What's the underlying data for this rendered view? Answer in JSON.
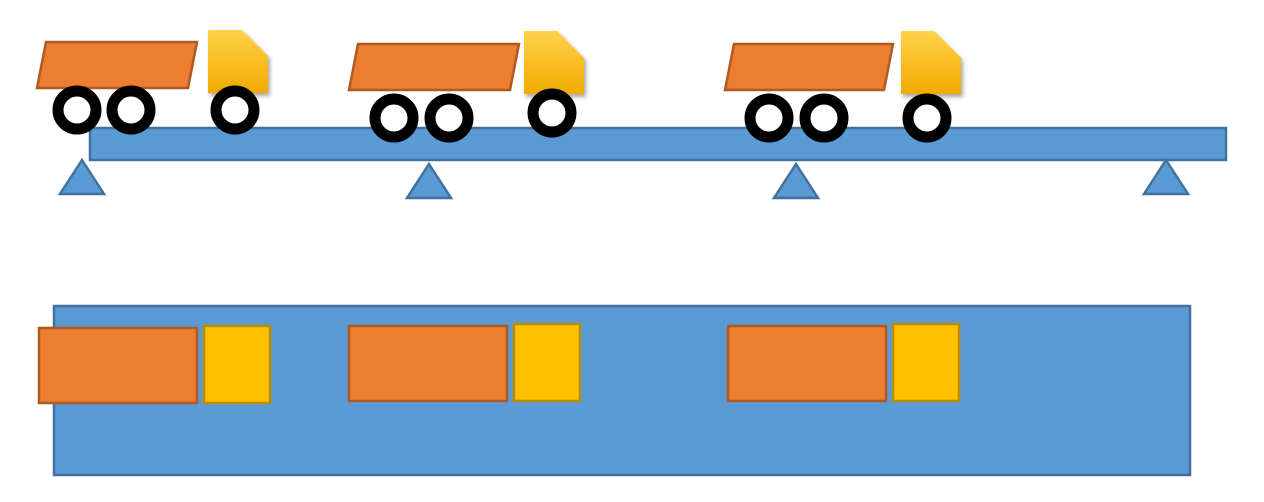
{
  "diagram": {
    "kind": "bridge-load-diagram",
    "views": [
      "elevation",
      "plan"
    ],
    "colors": {
      "beam_fill": "#5b9bd5",
      "beam_stroke": "#41719c",
      "truck_bed_fill": "#ed7d31",
      "truck_bed_stroke": "#ae5a21",
      "truck_cab_fill": "#ffc000",
      "truck_cab_stroke": "#bc8c00",
      "wheel_color": "#000000",
      "hub_color": "#ffffff"
    },
    "supports": [
      {
        "name": "support-1",
        "shape": "triangle"
      },
      {
        "name": "support-2",
        "shape": "triangle"
      },
      {
        "name": "support-3",
        "shape": "triangle"
      },
      {
        "name": "support-4",
        "shape": "triangle"
      }
    ],
    "trucks": [
      {
        "name": "truck-1",
        "rear_wheels": 2,
        "front_wheels": 1
      },
      {
        "name": "truck-2",
        "rear_wheels": 2,
        "front_wheels": 1
      },
      {
        "name": "truck-3",
        "rear_wheels": 2,
        "front_wheels": 1
      }
    ]
  }
}
